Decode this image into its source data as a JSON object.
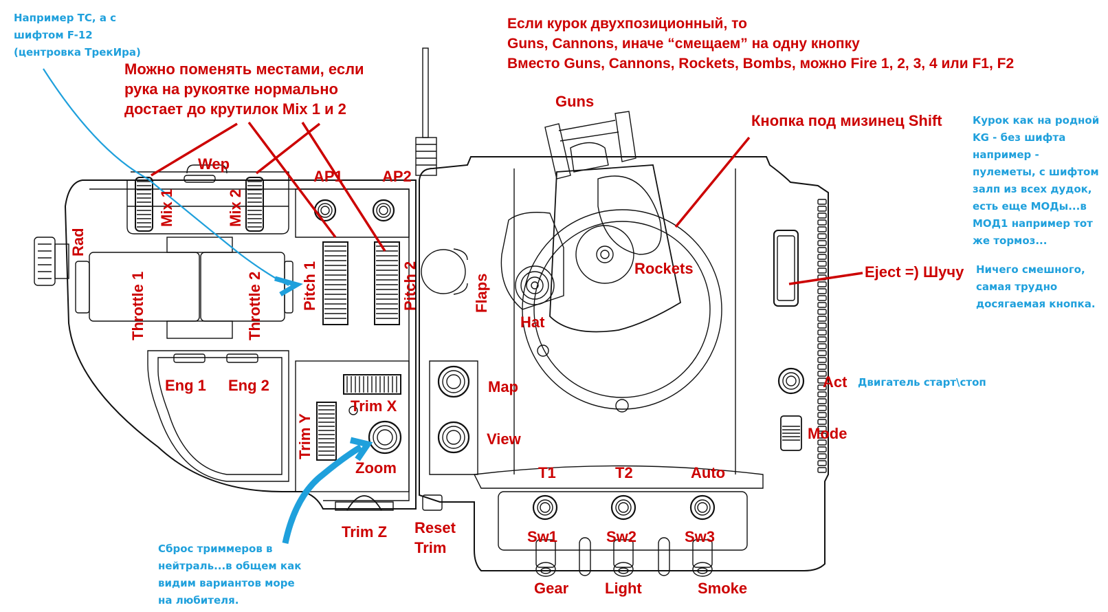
{
  "notes": {
    "top_left_blue": [
      "Например ТС, а с",
      "шифтом F-12",
      "(центровка ТрекИра)"
    ],
    "swap_mix": [
      "Можно поменять местами, если",
      "рука на рукоятке нормально",
      "достает до крутилок Mix 1 и 2"
    ],
    "trigger": [
      "Если курок двухпозиционный, то",
      "Guns, Cannons, иначе “смещаем” на одну кнопку",
      "Вместо Guns, Cannons, Rockets, Bombs, можно Fire 1, 2, 3, 4 или F1, F2"
    ],
    "pinky": "Кнопка под мизинец Shift",
    "trigger_blue": [
      "Курок как на родной",
      "KG - без шифта",
      "например -",
      "пулеметы, с шифтом",
      "залп из всех дудок,",
      "есть еще МОДы...в",
      "МОД1 например тот",
      "же тормоз..."
    ],
    "eject": "Eject =) Шучу",
    "eject_blue": [
      "Ничего смешного,",
      "самая трудно",
      "досягаемая кнопка."
    ],
    "act_blue": "Двигатель старт\\стоп",
    "reset_blue": [
      "Сброс триммеров в",
      "нейтраль...в общем как",
      "видим вариантов море",
      "на любителя."
    ]
  },
  "labels": {
    "wep": "Wep",
    "mix1": "Mix 1",
    "mix2": "Mix 2",
    "rad": "Rad",
    "throttle1": "Throttle 1",
    "throttle2": "Throttle 2",
    "ap1": "AP1",
    "ap2": "AP2",
    "pitch1": "Pitch 1",
    "pitch2": "Pitch 2",
    "flaps": "Flaps",
    "guns": "Guns",
    "rockets": "Rockets",
    "hat": "Hat",
    "eng1": "Eng 1",
    "eng2": "Eng 2",
    "trim_x": "Trim X",
    "trim_y": "Trim Y",
    "trim_z": "Trim Z",
    "zoom": "Zoom",
    "reset_trim": [
      "Reset",
      "Trim"
    ],
    "map": "Map",
    "view": "View",
    "act": "Act",
    "mode": "Mode",
    "t1": "T1",
    "t2": "T2",
    "auto": "Auto",
    "sw1": "Sw1",
    "sw2": "Sw2",
    "sw3": "Sw3",
    "gear": "Gear",
    "light": "Light",
    "smoke": "Smoke"
  },
  "colors": {
    "annotation_red": "#cc0000",
    "annotation_blue": "#1fa0dc",
    "line_art": "#111111"
  }
}
